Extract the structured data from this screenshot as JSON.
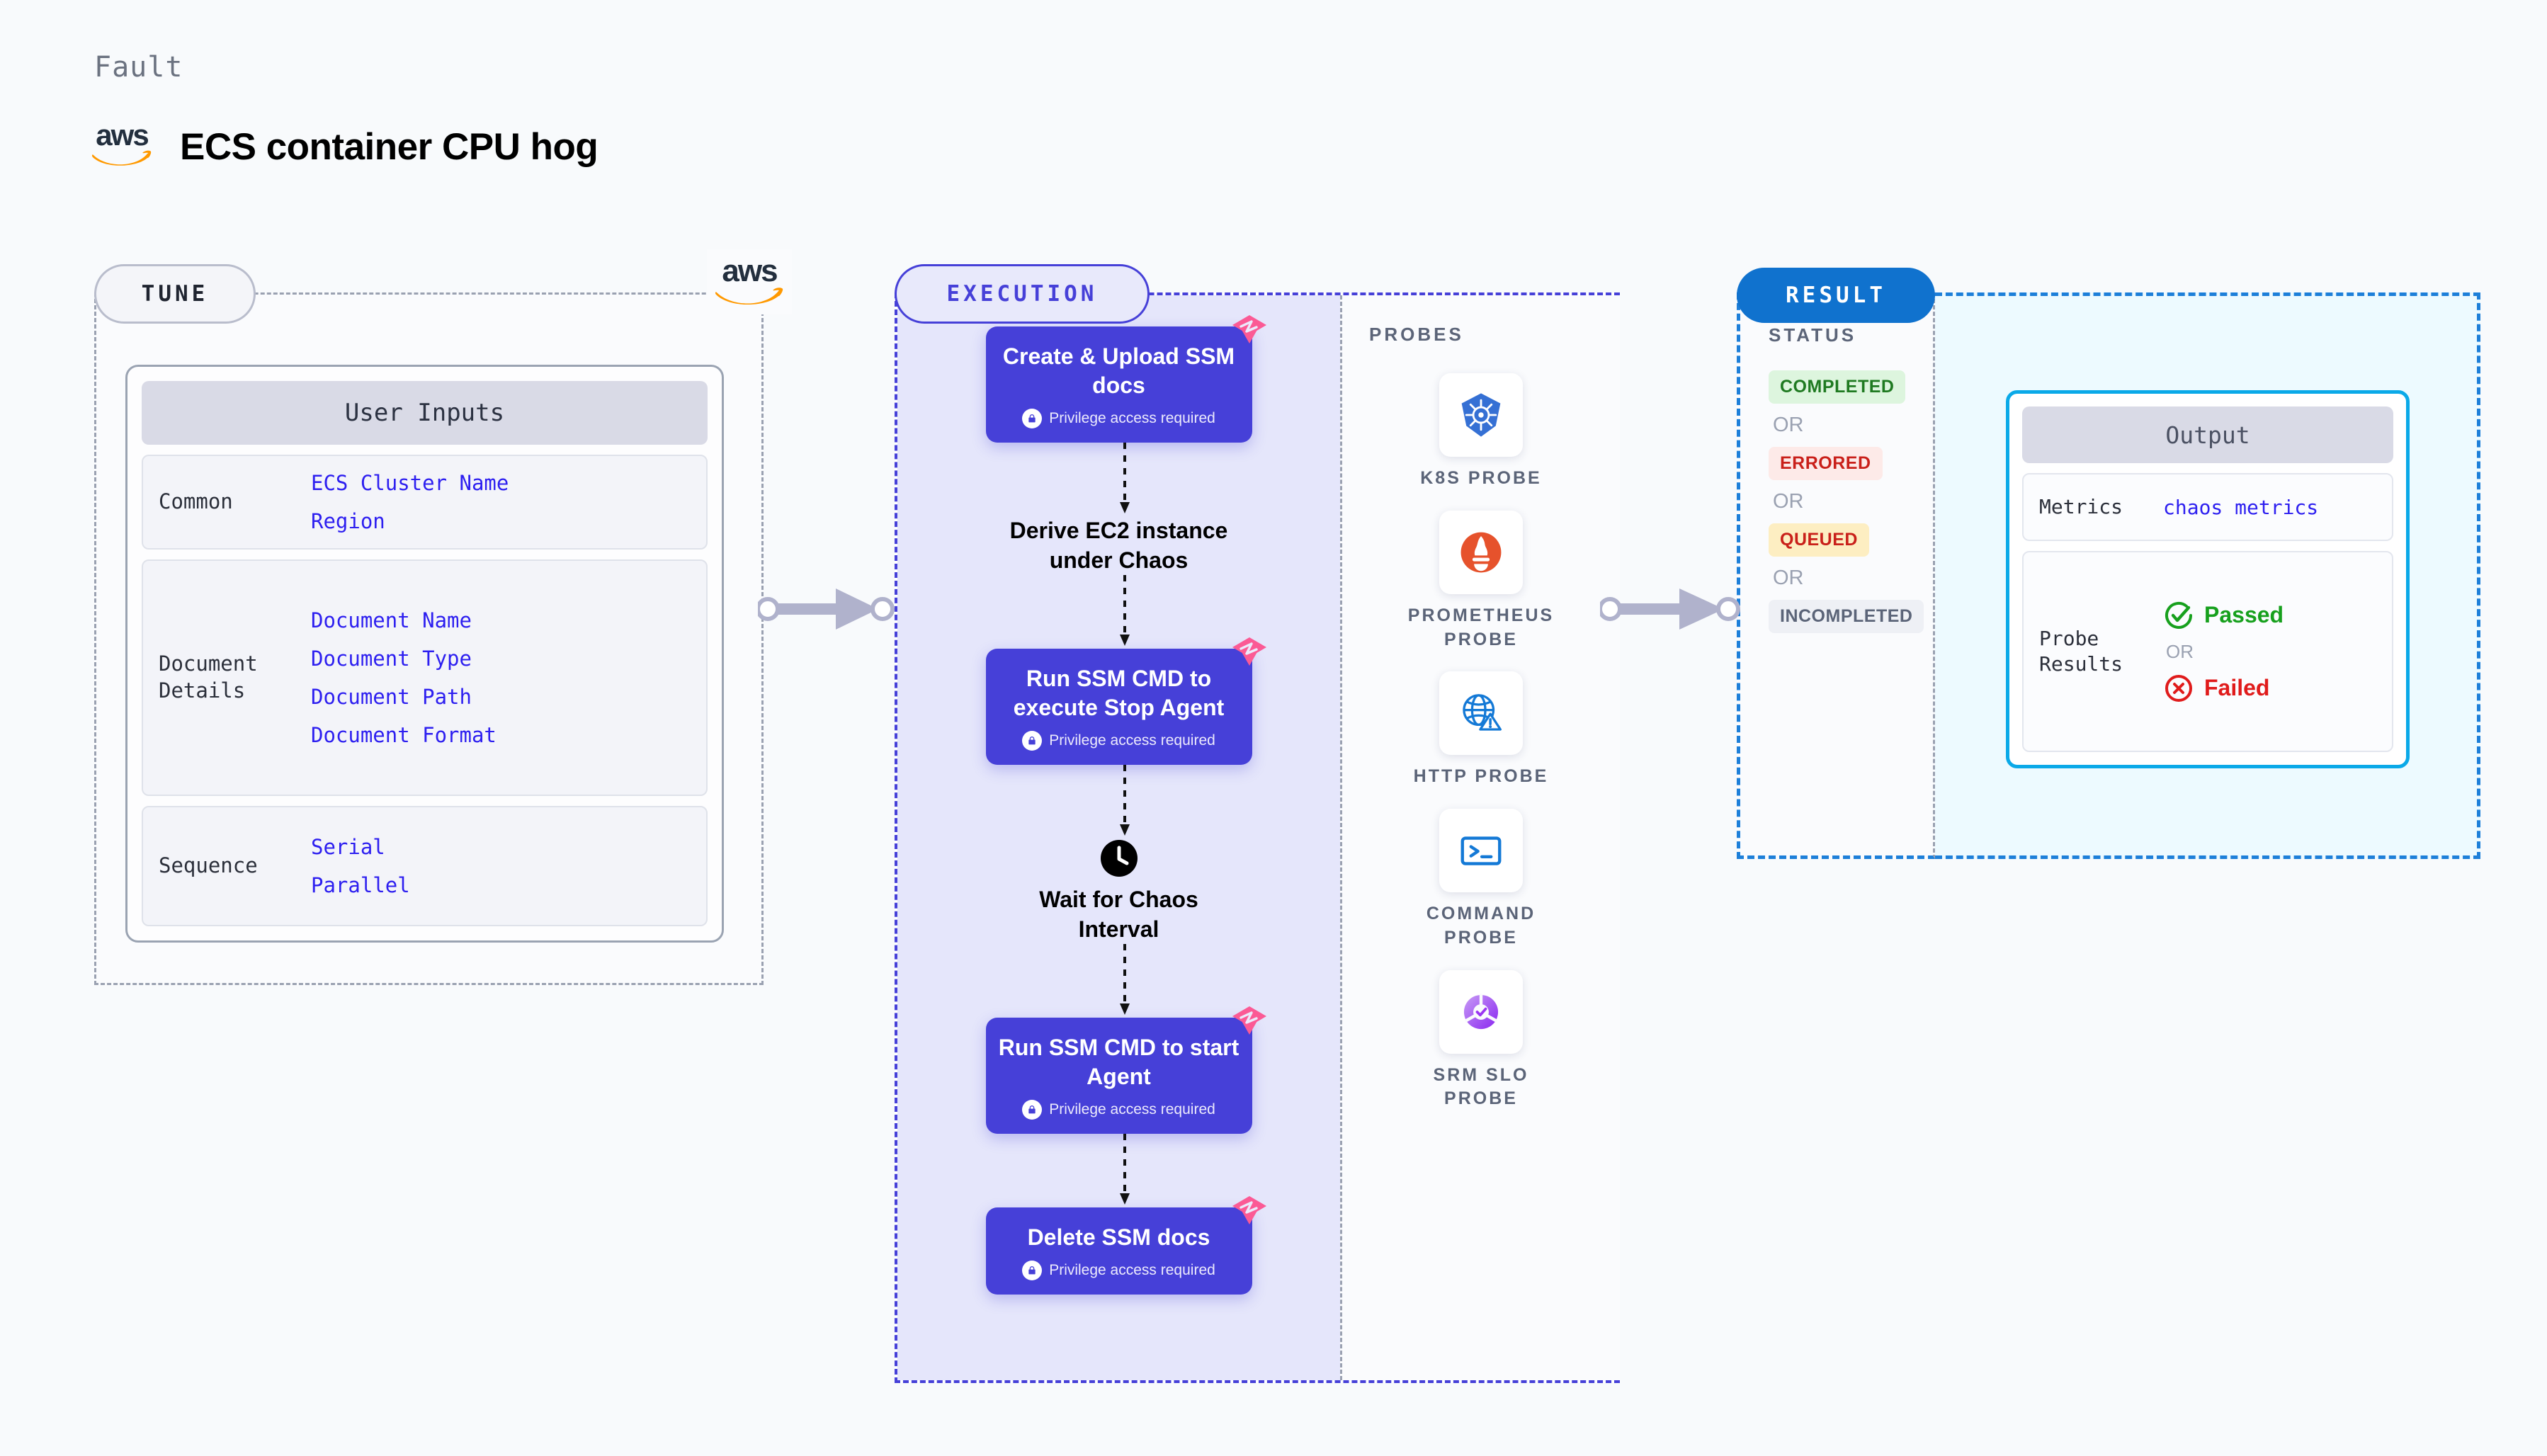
{
  "header": {
    "kicker": "Fault",
    "title": "ECS container CPU hog",
    "logo_text": "aws",
    "logo_icon": "aws-logo"
  },
  "tune": {
    "pill_label": "TUNE",
    "aws_logo_text": "aws",
    "card_title": "User Inputs",
    "groups": [
      {
        "label": "Common",
        "values": [
          "ECS Cluster Name",
          "Region"
        ]
      },
      {
        "label": "Document\nDetails",
        "values": [
          "Document Name",
          "Document Type",
          "Document Path",
          "Document Format"
        ]
      },
      {
        "label": "Sequence",
        "values": [
          "Serial",
          "Parallel"
        ]
      }
    ]
  },
  "execution": {
    "pill_label": "EXECUTION",
    "privilege_note": "Privilege access required",
    "steps": [
      {
        "type": "box",
        "title": "Create & Upload SSM docs",
        "privileged": true,
        "badge": "litmus-badge-icon"
      },
      {
        "type": "plain",
        "title": "Derive EC2 instance under Chaos",
        "icon": null
      },
      {
        "type": "box",
        "title": "Run SSM CMD to execute Stop Agent",
        "privileged": true,
        "badge": "litmus-badge-icon"
      },
      {
        "type": "plain",
        "title": "Wait for Chaos Interval",
        "icon": "clock-icon"
      },
      {
        "type": "box",
        "title": "Run SSM CMD to start Agent",
        "privileged": true,
        "badge": "litmus-badge-icon"
      },
      {
        "type": "box",
        "title": "Delete SSM docs",
        "privileged": true,
        "badge": "litmus-badge-icon"
      }
    ]
  },
  "probes": {
    "title": "PROBES",
    "items": [
      {
        "label": "K8S PROBE",
        "icon": "kubernetes-icon"
      },
      {
        "label": "PROMETHEUS PROBE",
        "icon": "prometheus-icon"
      },
      {
        "label": "HTTP PROBE",
        "icon": "http-globe-icon"
      },
      {
        "label": "COMMAND PROBE",
        "icon": "terminal-icon"
      },
      {
        "label": "SRM SLO PROBE",
        "icon": "srm-slo-icon"
      }
    ]
  },
  "result": {
    "pill_label": "RESULT",
    "status_title": "STATUS",
    "or_label": "OR",
    "statuses": [
      {
        "label": "COMPLETED",
        "variant": "completed"
      },
      {
        "label": "ERRORED",
        "variant": "errored"
      },
      {
        "label": "QUEUED",
        "variant": "queued"
      },
      {
        "label": "INCOMPLETED",
        "variant": "incompleted"
      }
    ],
    "output": {
      "title": "Output",
      "metrics_label": "Metrics",
      "metrics_value": "chaos metrics",
      "probe_results_label": "Probe\nResults",
      "passed_label": "Passed",
      "failed_label": "Failed",
      "or_label": "OR"
    }
  },
  "colors": {
    "accent_indigo": "#4640d8",
    "accent_blue": "#1072ce",
    "cyan_border": "#0aa9e8",
    "litmus_pink": "#fb5a95",
    "pass_green": "#17a01d",
    "fail_red": "#e01b1b",
    "aws_orange": "#ff9900",
    "mono_value_blue": "#2d1ff0"
  }
}
